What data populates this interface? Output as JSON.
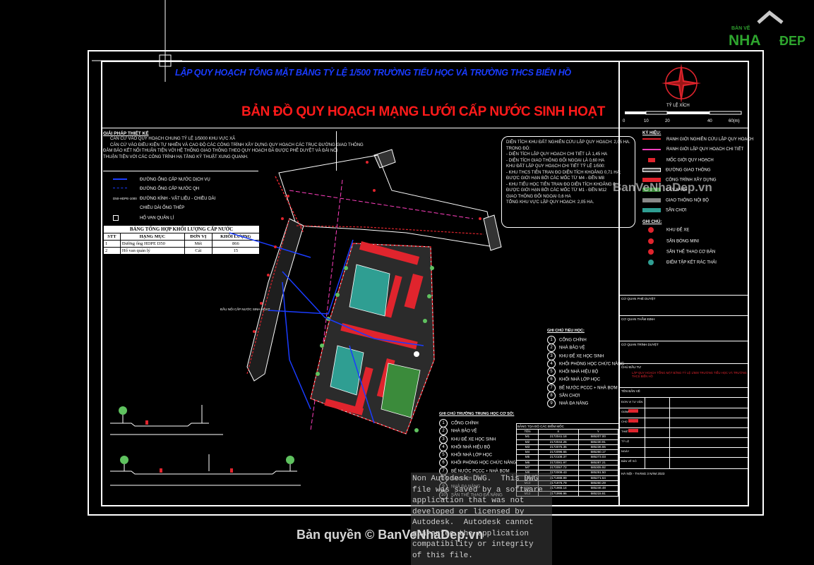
{
  "header": {
    "title_main": "LẬP QUY HOẠCH TỔNG MẶT BẰNG TỶ LỆ 1/500 TRƯỜNG TIỂU HỌC VÀ TRƯỜNG THCS BIỂN HỒ",
    "title_map": "BẢN ĐỒ QUY HOẠCH MẠNG LƯỚI CẤP NƯỚC SINH HOẠT"
  },
  "logo": {
    "top": "BẢN VẼ",
    "nha": "NHA",
    "dep": "ĐẸP"
  },
  "scale": {
    "label": "TỶ LỆ XÍCH",
    "ticks": [
      "0",
      "10",
      "20",
      "40",
      "60(m)"
    ]
  },
  "solution": {
    "heading": "GIẢI PHÁP THIẾT KẾ",
    "lines": [
      "CĂN CỨ VÀO QUY HOẠCH CHUNG TỶ LỆ 1/5000 KHU VỰC XÃ",
      "CĂN CỨ VÀO ĐIỀU KIỆN TỰ NHIÊN VÀ CAO ĐỘ CÁC CÔNG TRÌNH XÂY DỰNG QUY HOẠCH CÁC TRỤC ĐƯỜNG GIAO THÔNG",
      "ĐẢM BẢO KẾT NỐI THUẬN TIỆN VỚI HỆ THỐNG GIAO THÔNG THEO QUY HOẠCH ĐÃ ĐƯỢC PHÊ DUYỆT VÀ ĐẢI NỐI",
      "THUẬN TIỆN VỚI CÁC CÔNG TRÌNH HẠ TẦNG KỸ THUẬT XUNG QUANH."
    ]
  },
  "pipe_legend": {
    "items": [
      "ĐƯỜNG ỐNG CẤP NƯỚC DỊCH VỤ",
      "ĐƯỜNG ỐNG CẤP NƯỚC QH",
      "ĐƯỜNG KÍNH - VẬT LIỆU - CHIỀU DÀI",
      "CHIỀU DÀI ỐNG THÉP",
      "HỐ VAN QUẢN LÍ"
    ],
    "code": "D50-HDPE-1000"
  },
  "volume_table": {
    "title": "BẢNG TỔNG HỢP KHỐI LƯỢNG CẤP NƯỚC",
    "headers": [
      "STT",
      "HẠNG MỤC",
      "ĐƠN VỊ",
      "KHỐI LƯỢNG"
    ],
    "rows": [
      [
        "1",
        "Đường ống HDPE D50",
        "Mét",
        "866"
      ],
      [
        "2",
        "Hố van quản lý",
        "Cái",
        "15"
      ]
    ]
  },
  "area_info": {
    "lines": [
      "DIỆN TÍCH KHU ĐẤT NGHIÊN CỨU LẬP QUY HOẠCH: 2,05 HA.",
      "TRONG ĐÓ:",
      "- DIỆN TÍCH LẬP QUY HOẠCH CHI TIẾT LÀ 1,45 HA",
      "- DIỆN TÍCH GIAO THÔNG ĐỐI NGOẠI LÀ 0,60 HA",
      "KHU ĐẤT LẬP QUY HOẠCH CHI TIẾT TỶ LỆ 1/500:",
      "- KHU THCS TIÊN TRAN ĐO DIỆN TÍCH KHOẢNG 0,71 HA;",
      "ĐƯỢC GIỚI HẠN BỞI CÁC MỐC TỪ M4 - ĐẾN M8",
      "- KHU TIỂU HỌC TIÊN TRAN ĐO DIỆN TÍCH KHOẢNG 0,...",
      "ĐƯỢC GIỚI HẠN BỞI CÁC MỐC TỪ M1 - ĐẾN M12",
      "GIAO THÔNG ĐỐI NGOẠI 0,6 HA",
      "TỔNG KHU VỰC LẬP QUY HOẠCH: 2,05 HA."
    ]
  },
  "legend": {
    "heading": "KÝ HIỆU:",
    "items": [
      "RANH GIỚI NGHIÊN CỨU LẬP QUY HOẠCH",
      "RANH GIỚI LẬP QUY HOẠCH CHI TIẾT",
      "MỐC GIỚI QUY HOẠCH",
      "ĐƯỜNG GIAO THÔNG",
      "CÔNG TRÌNH XÂY DỰNG",
      "CÂY XANH",
      "GIAO THÔNG NỘI BỘ",
      "SÂN CHƠI"
    ],
    "heading2": "GHI CHÚ:",
    "items2": [
      "KHU ĐỂ XE",
      "SÂN BÓNG MINI",
      "SÂN THỂ THAO CƠ BẢN",
      "ĐIỂM TẬP KẾT RÁC THẢI"
    ]
  },
  "notes_primary": {
    "heading": "GHI CHÚ TIỂU HỌC:",
    "items": [
      "CỔNG CHÍNH",
      "NHÀ BẢO VỆ",
      "KHU ĐỂ XE HỌC SINH",
      "KHỐI PHÒNG HỌC CHỨC NĂNG",
      "KHỐI NHÀ HIỆU BỘ",
      "KHỐI NHÀ LỚP HỌC",
      "BỂ NƯỚC PCCC + NHÀ BƠM",
      "SÂN CHƠI",
      "NHÀ ĐA NĂNG"
    ]
  },
  "notes_secondary": {
    "heading": "GHI CHÚ TRƯỜNG TRUNG HỌC CƠ SỞ:",
    "items": [
      "CỔNG CHÍNH",
      "NHÀ BẢO VỆ",
      "KHU ĐỂ XE HỌC SINH",
      "KHỐI NHÀ HIỆU BỘ",
      "KHỐI NHÀ LỚP HỌC",
      "KHỐI PHÒNG HỌC CHỨC NĂNG",
      "BỂ NƯỚC PCCC + NHÀ BƠM",
      "SÂN CHƠI",
      "NHÀ ĐA NĂNG",
      "SÂN THỂ THAO ĐA NĂNG"
    ]
  },
  "coord_table": {
    "title": "BẢNG TỌA ĐỘ CÁC ĐIỂM MỐC",
    "headers": [
      "TÊN",
      "X",
      "Y"
    ],
    "rows": [
      [
        "M1",
        "2172041.18",
        "585207.00"
      ],
      [
        "M2",
        "2172044.26",
        "585230.91"
      ],
      [
        "M3",
        "2172075.35",
        "585236.55"
      ],
      [
        "M4",
        "2172096.65",
        "585260.17"
      ],
      [
        "M5",
        "2172108.37",
        "585273.03"
      ],
      [
        "M6",
        "2172081.97",
        "585287.21"
      ],
      [
        "M7",
        "2172057.72",
        "585305.92"
      ],
      [
        "M8",
        "2172009.43",
        "585291.50"
      ],
      [
        "M9",
        "2171988.99",
        "585271.64"
      ],
      [
        "M10",
        "2171976.79",
        "585260.29"
      ],
      [
        "M11",
        "2171965.14",
        "585246.48"
      ],
      [
        "M12",
        "2171996.96",
        "585215.81"
      ]
    ]
  },
  "title_block": {
    "rows": [
      "CƠ QUAN PHÊ DUYỆT",
      "CƠ QUAN THẨM ĐỊNH",
      "CƠ QUAN TRÌNH DUYỆT",
      "CHỦ ĐẦU TƯ",
      "TÊN BẢN VẼ",
      "ĐƠN VỊ TƯ VẤN",
      "GIÁM ĐỐC",
      "CHỦ NHIỆM",
      "THIẾT KẾ",
      "TỶ LỆ",
      "NGÀY",
      "BẢN VẼ SỐ"
    ],
    "red_note": "LẬP QUY HOẠCH TỔNG MẶT BẰNG TỶ LỆ 1/500 TRƯỜNG TIỂU HỌC VÀ TRƯỜNG THCS BIỂN HỒ",
    "footer": "HÀ NỘI - THÁNG 3 NĂM 2023"
  },
  "plan_label": "ĐẦU NỐI CẤP NƯỚC SINH HOẠT",
  "watermarks": {
    "site": "BanVeNhaDep.vn",
    "copyright": "Bản quyền © BanVeNhaDep.vn",
    "autocad": "Non Autodesk DWG.  This DWG\nfile was saved by a software\napplication that was not\ndeveloped or licensed by\nAutodesk.  Autodesk cannot\nguarantee the application\ncompatibility or integrity\nof this file."
  },
  "colors": {
    "title_blue": "#1a3cff",
    "title_red": "#ff1a1a",
    "building_red": "#e0242d",
    "pitch_teal": "#2f9e92",
    "grass_green": "#3b8b3b"
  }
}
